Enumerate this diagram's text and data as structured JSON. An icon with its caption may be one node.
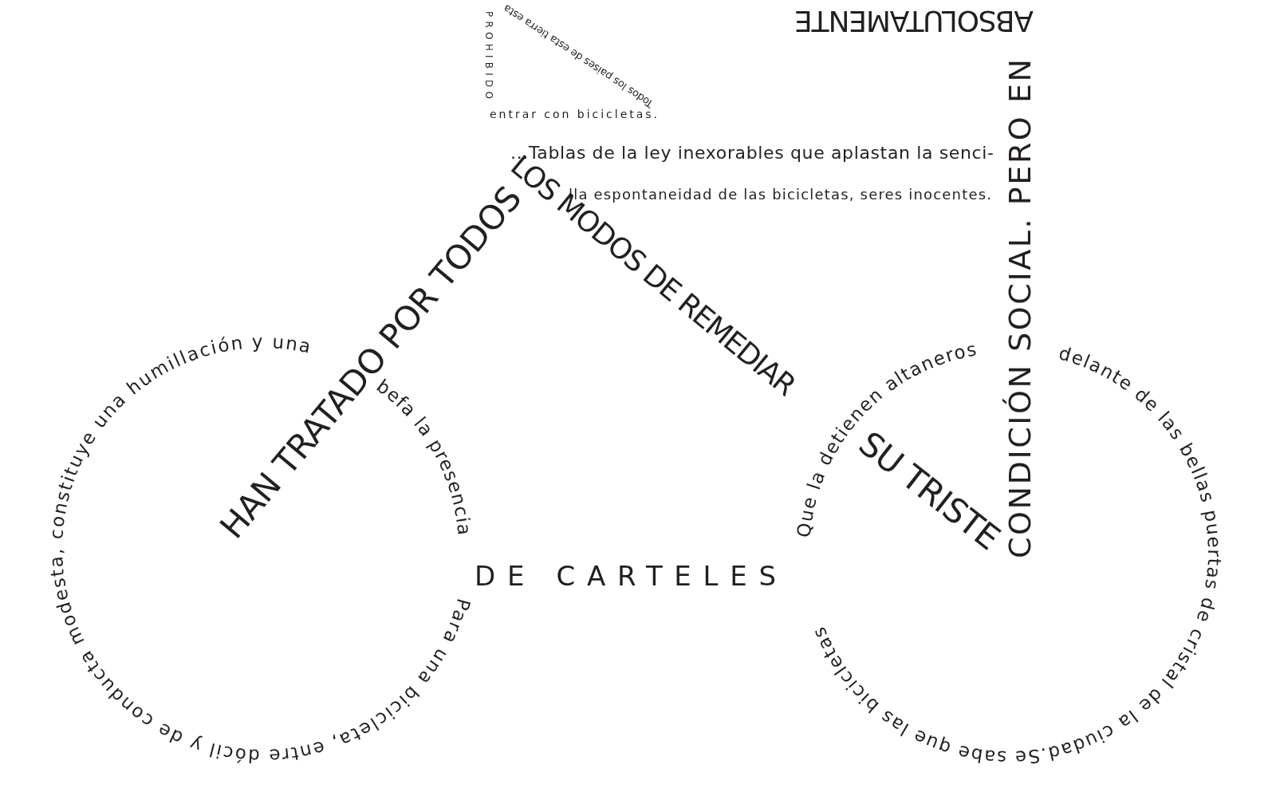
{
  "diagram": {
    "labels": [
      "Todos los paises de esta tierra esta",
      "PROHIBIDO",
      "entrar con bicicletas.",
      "ABSOLUTAMENTE",
      "...Tablas de la ley inexorables que aplastan la senci-",
      "lla espontaneidad de las bicicletas, seres inocentes.",
      "CONDICIÓN SOCIAL. PERO EN",
      "HAN TRATADO POR TODOS",
      "LOS MODOS DE REMEDIAR",
      "SU TRISTE",
      "Para una bicicleta, entre dócil y de conducta modesta, constituye una humillación y una",
      "befa la presencia",
      "DE CARTELES",
      "Que la detienen altaneros delante de las bellas puertas de cristal de la ciudad.Se sabe que las bicicletas"
    ]
  }
}
